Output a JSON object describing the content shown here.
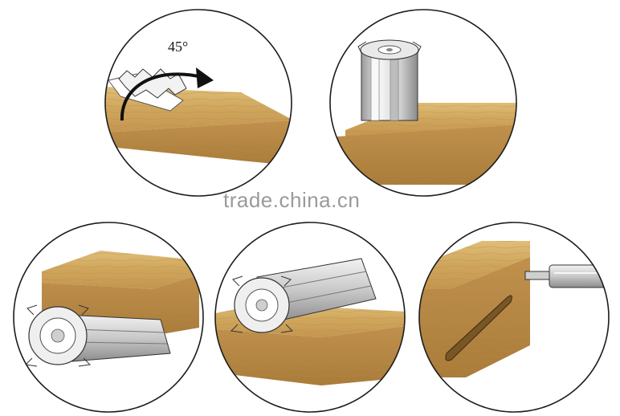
{
  "annotations": {
    "angle_label": "45°"
  },
  "watermark": {
    "text": "trade.china.cn"
  },
  "panels": [
    {
      "id": "panel-bevel-cut",
      "icon": "bevel-cutter-icon"
    },
    {
      "id": "panel-vertical-cutter",
      "icon": "vertical-cutter-icon"
    },
    {
      "id": "panel-under-cutter",
      "icon": "planer-head-icon"
    },
    {
      "id": "panel-surface-cutter",
      "icon": "planer-head-icon"
    },
    {
      "id": "panel-slot-drill",
      "icon": "router-bit-icon"
    }
  ],
  "colors": {
    "wood_light": "#d8b46e",
    "wood_dark": "#b88a45",
    "metal_light": "#e6e6e6",
    "metal_dark": "#8f8f8f",
    "outline": "#1c1c1c"
  }
}
